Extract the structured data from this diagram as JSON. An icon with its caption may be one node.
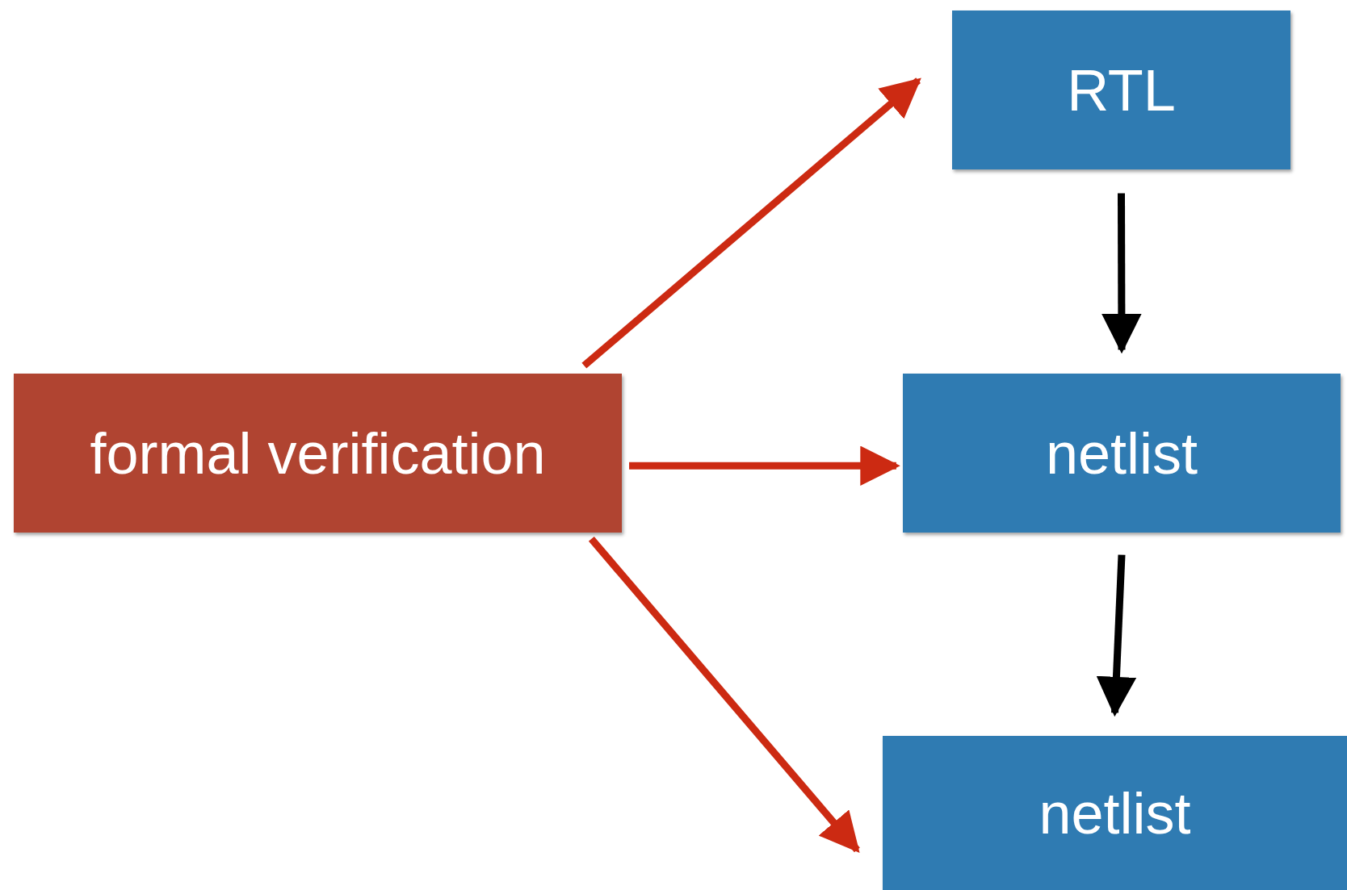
{
  "diagram": {
    "nodes": [
      {
        "text": [
          "formal verification"
        ]
      },
      {
        "text": [
          "RTL"
        ]
      },
      {
        "text": [
          "netlist"
        ]
      },
      {
        "text": [
          "netlist"
        ]
      }
    ],
    "edges": [
      {
        "from": 0,
        "to": 1,
        "arrow": "to"
      },
      {
        "from": 0,
        "to": 2,
        "arrow": "to"
      },
      {
        "from": 0,
        "to": 3,
        "arrow": "to"
      },
      {
        "from": 1,
        "to": 2,
        "arrow": "to",
        "color": "#000000"
      },
      {
        "from": 2,
        "to": 3,
        "arrow": "to",
        "color": "#000000"
      }
    ]
  }
}
